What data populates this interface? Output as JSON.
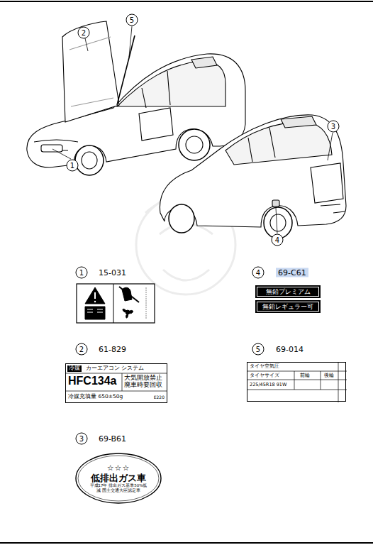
{
  "diagram": {
    "nodes": [
      {
        "text": [
          "冷媒",
          "カーエアコン システム",
          "HFC134a",
          "大気開放禁止 廃車時要回収",
          "冷媒充填量 650±50g",
          "E220"
        ]
      },
      {
        "text": [
          "☆☆☆",
          "低排出ガス車",
          "平成17年 排出ガス基準50%低減 国土交通大臣認定車"
        ]
      },
      {
        "text": [
          "無鉛プレミアム"
        ]
      },
      {
        "text": [
          "無鉛レギュラー可"
        ]
      },
      {
        "text": [
          "タイヤ空気圧",
          "タイヤサイズ",
          "前輪",
          "後輪",
          "225/45R18 91W"
        ]
      }
    ],
    "edges": [],
    "labels": [
      "2",
      "5",
      "1",
      "3",
      "4",
      "1",
      "15-031",
      "2",
      "61-829",
      "3",
      "69-B61",
      "4",
      "69-C61",
      "5",
      "69-014"
    ]
  }
}
